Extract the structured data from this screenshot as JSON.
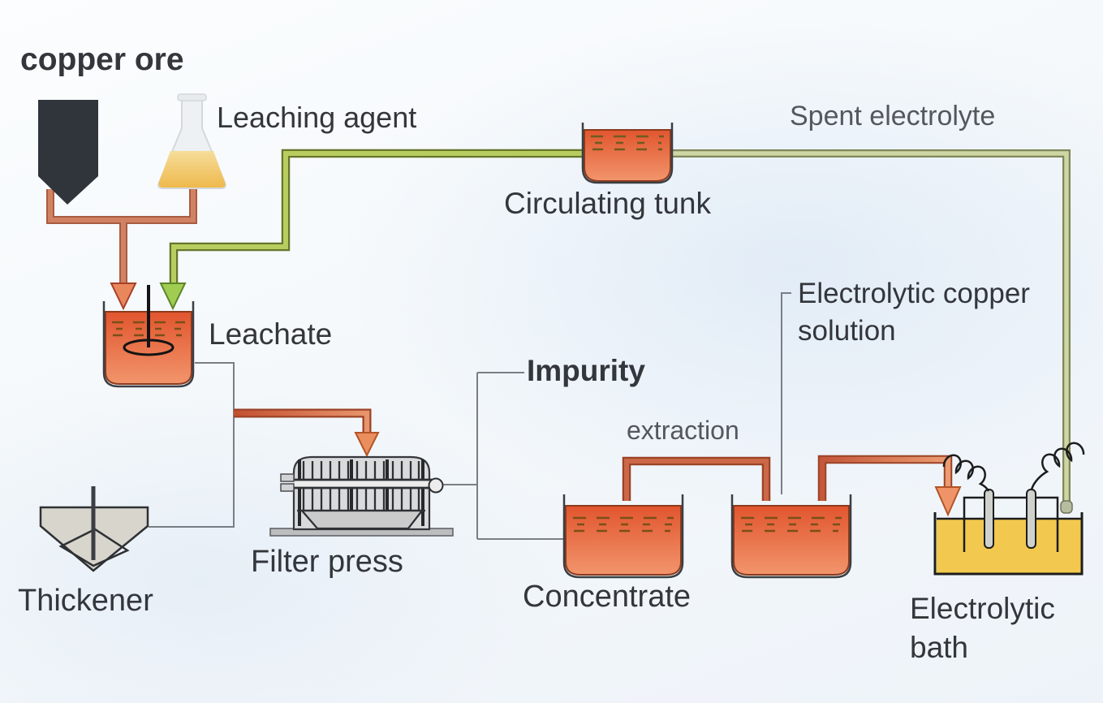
{
  "labels": {
    "copper_ore": "copper ore",
    "leaching_agent": "Leaching agent",
    "circulating_tank": "Circulating tunk",
    "spent_electrolyte": "Spent electrolyte",
    "leachate": "Leachate",
    "impurity": "Impurity",
    "electrolytic_copper_solution": "Electrolytic copper solution",
    "extraction": "extraction",
    "filter_press": "Filter press",
    "thickener": "Thickener",
    "concentrate": "Concentrate",
    "electrolytic_bath": "Electrolytic bath"
  },
  "icons": [
    "copper-ore-hopper-icon",
    "leaching-agent-flask-icon",
    "circulating-tank-icon",
    "leachate-tank-icon",
    "stirrer-icon",
    "thickener-icon",
    "filter-press-icon",
    "concentrate-tank-1-icon",
    "concentrate-tank-2-icon",
    "electrolytic-bath-icon",
    "electrode-icon",
    "coil-wire-icon",
    "feed-pipe",
    "leach-solution-pipe",
    "spent-electrolyte-pipe",
    "filter-feed-pipe",
    "extraction-pipe",
    "bath-feed-pipe",
    "connector-lines"
  ],
  "colors": {
    "text_dark": "#33363b",
    "text_light": "#54575d",
    "hopper_dark": "#2f353b",
    "flask_liquid": "#eeb94d",
    "flask_liquid_light": "#f6dd9a",
    "liquid_top": "#e1552e",
    "liquid_bottom": "#f2956c",
    "dash_brown": "#7a4f17",
    "copper_pipe": "#d08262",
    "copper_pipe_edge": "#a85c42",
    "green_pipe": "#b7cd5f",
    "green_pipe_edge": "#66762a",
    "pale_green_pipe": "#ced6a4",
    "pale_green_pipe_edge": "#80875a",
    "arrow_copper": "#e8875c",
    "arrow_green": "#a0cc52",
    "bath_yellow": "#f2c94e",
    "machine_gray": "#d9dadb",
    "thickener_gray": "#d8d5cd",
    "connector_gray": "#7a7e85",
    "tank_outline": "#3a3f44"
  }
}
